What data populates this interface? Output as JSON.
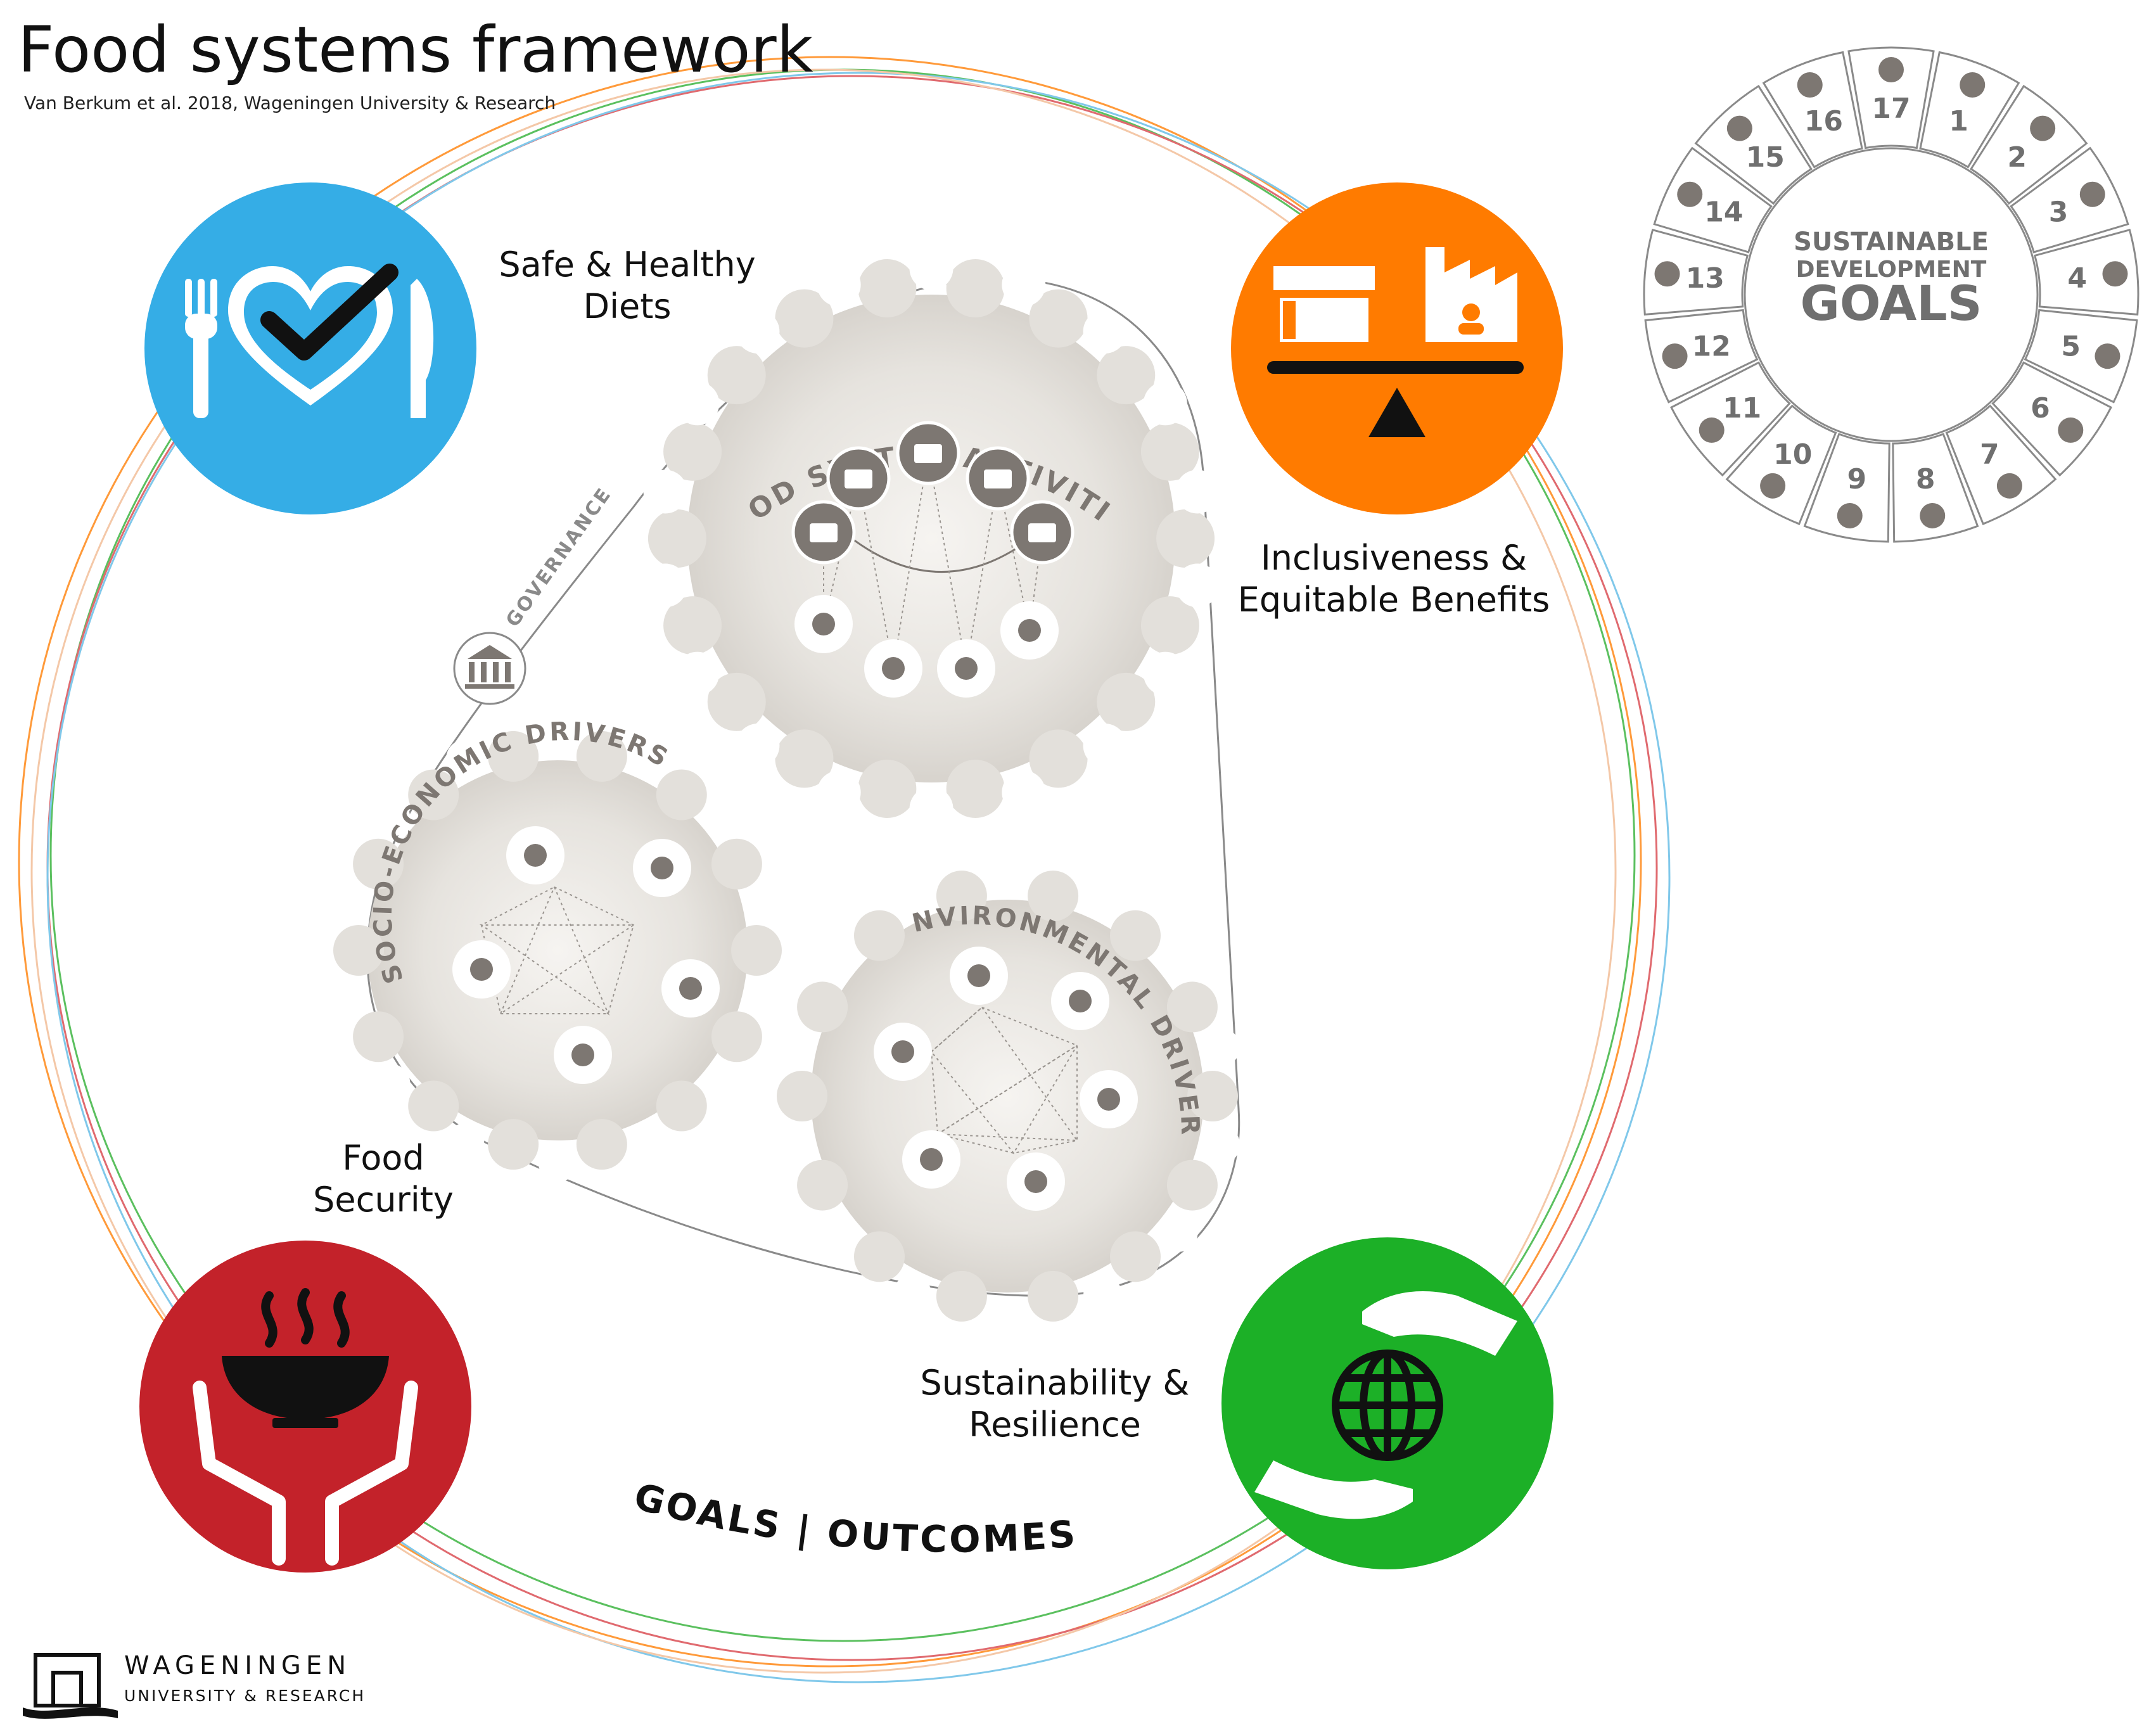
{
  "header": {
    "title": "Food systems framework",
    "citation": "Van Berkum et al. 2018, Wageningen University & Research"
  },
  "goals": {
    "diets": {
      "line1": "Safe & Healthy",
      "line2": "Diets",
      "color": "#35ade6"
    },
    "inclusiveness": {
      "line1": "Inclusiveness &",
      "line2": "Equitable Benefits",
      "color": "#ff7b00"
    },
    "food_security": {
      "line1": "Food",
      "line2": "Security",
      "color": "#c3222a"
    },
    "sustainability": {
      "line1": "Sustainability &",
      "line2": "Resilience",
      "color": "#1cb027"
    }
  },
  "framework": {
    "governance": "GOVERNANCE",
    "activities": "FOOD SYSTEM ACTIVITIES",
    "socio_economic": "SOCIO-ECONOMIC DRIVERS",
    "environmental": "ENVIRONMENTAL DRIVERS",
    "outcomes": "GOALS | OUTCOMES"
  },
  "sdg": {
    "line1": "SUSTAINABLE",
    "line2": "DEVELOPMENT",
    "line3": "GOALS",
    "numbers": [
      "1",
      "2",
      "3",
      "4",
      "5",
      "6",
      "7",
      "8",
      "9",
      "10",
      "11",
      "12",
      "13",
      "14",
      "15",
      "16",
      "17"
    ]
  },
  "logo": {
    "name": "WAGENINGEN",
    "sub": "UNIVERSITY & RESEARCH"
  },
  "colors": {
    "gear_fill": "#e4e1dc",
    "icon_grey": "#7d7772",
    "outline_grey": "#8a8a8a"
  }
}
